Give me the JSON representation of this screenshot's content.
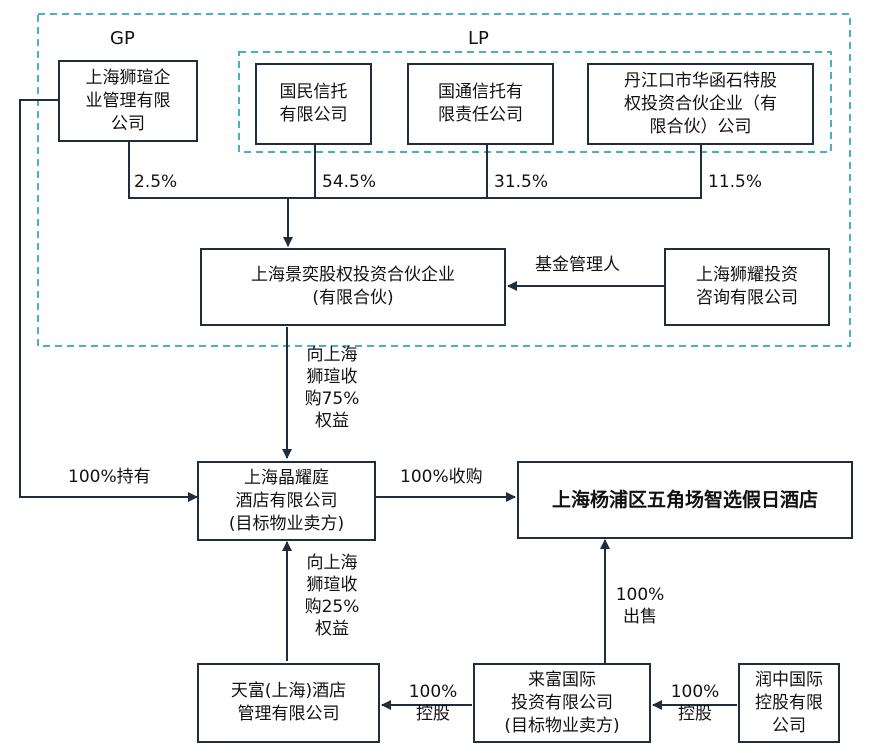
{
  "headers": {
    "gp": "GP",
    "lp": "LP"
  },
  "boxes": {
    "gp_company": "上海狮瑄企\n业管理有限\n公司",
    "lp1": "国民信托\n有限公司",
    "lp2": "国通信托有\n限责任公司",
    "lp3": "丹江口市华函石特股\n权投资合伙企业（有\n限合伙）公司",
    "fund": "上海景奕股权投资合伙企业\n(有限合伙)",
    "manager": "上海狮耀投资\n咨询有限公司",
    "seller": "上海晶耀庭\n酒店有限公司\n(目标物业卖方)",
    "hotel": "上海杨浦区五角场智选假日酒店",
    "tianfu": "天富(上海)酒店\n管理有限公司",
    "laifu": "来富国际\n投资有限公司\n(目标物业卖方)",
    "runzhong": "润中国际\n控股有限\n公司"
  },
  "labels": {
    "pct_gp": "2.5%",
    "pct_lp1": "54.5%",
    "pct_lp2": "31.5%",
    "pct_lp3": "11.5%",
    "fund_manager": "基金管理人",
    "acquire_75": "向上海\n狮瑄收\n购75%\n权益",
    "hold_100": "100%持有",
    "acquire_100": "100%收购",
    "acquire_25": "向上海\n狮瑄收\n购25%\n权益",
    "sell_100": "100%\n出售",
    "control_tianfu": "100%\n控股",
    "control_laifu": "100%\n控股"
  },
  "colors": {
    "line": "#1f2d3d",
    "dashed": "#4ab0c1"
  }
}
